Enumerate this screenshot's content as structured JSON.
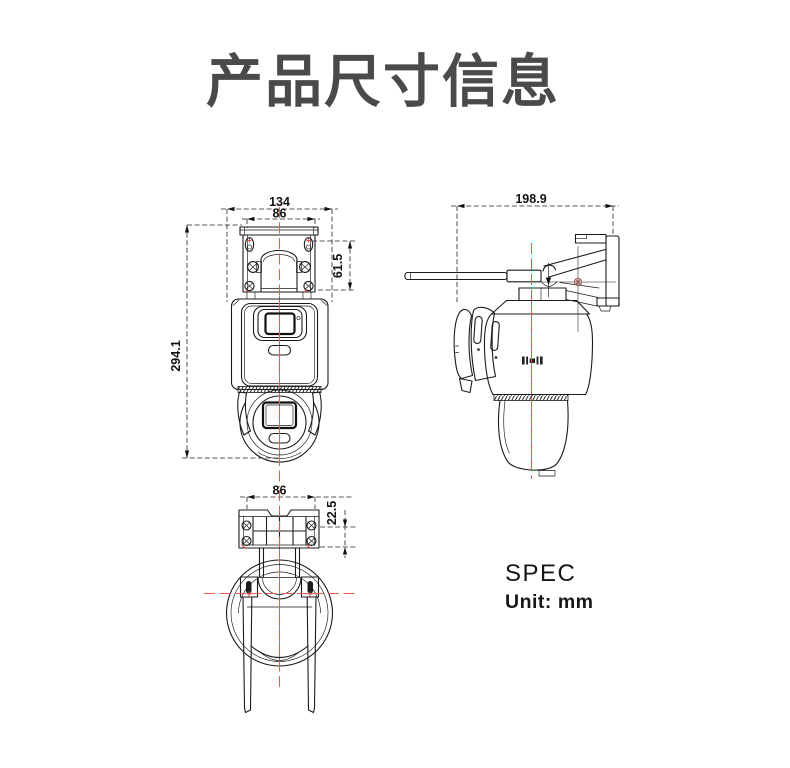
{
  "page": {
    "title": "产品尺寸信息"
  },
  "spec": {
    "label": "SPEC",
    "unit_label": "Unit: mm"
  },
  "drawing": {
    "unit": "mm",
    "colors": {
      "object_line": "#1b1b1b",
      "centerline_red": "#ee5a50",
      "dimension_text": "#131313",
      "title_text": "#4a4a4a"
    },
    "views": {
      "front": {
        "dims": {
          "overall_width": "134",
          "mount_width": "86",
          "mount_height": "61.5",
          "overall_height": "294.1"
        }
      },
      "side": {
        "dims": {
          "overall_depth": "198.9"
        }
      },
      "bottom": {
        "dims": {
          "mount_width": "86",
          "mount_depth": "22.5"
        }
      }
    }
  }
}
